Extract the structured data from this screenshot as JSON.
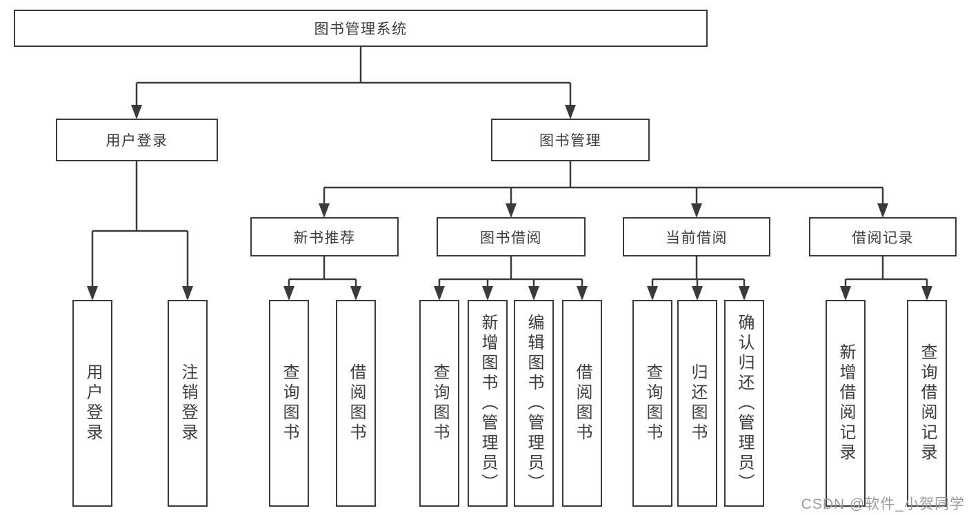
{
  "diagram": {
    "title": "图书管理系统",
    "branches": {
      "user_login": {
        "label": "用户登录",
        "children": {
          "login": "用户登录",
          "logout": "注销登录"
        }
      },
      "book_management": {
        "label": "图书管理",
        "modules": {
          "new_book_recommend": {
            "label": "新书推荐",
            "children": {
              "query_books": "查询图书",
              "borrow_books": "借阅图书"
            }
          },
          "book_borrow": {
            "label": "图书借阅",
            "children": {
              "query_books": "查询图书",
              "add_books": "新增图书（管理员）",
              "edit_books": "编辑图书（管理员）",
              "borrow_books": "借阅图书"
            }
          },
          "current_borrow": {
            "label": "当前借阅",
            "children": {
              "query_books": "查询图书",
              "return_books": "归还图书",
              "confirm_return": "确认归还（管理员）"
            }
          },
          "borrow_records": {
            "label": "借阅记录",
            "children": {
              "add_record": "新增借阅记录",
              "query_record": "查询借阅记录"
            }
          }
        }
      }
    }
  },
  "watermark": "CSDN @软件_小贺同学",
  "colors": {
    "line": "#3a3a3a",
    "text": "#3c3c3c",
    "watermark": "#9b9b9b",
    "background": "#ffffff"
  }
}
